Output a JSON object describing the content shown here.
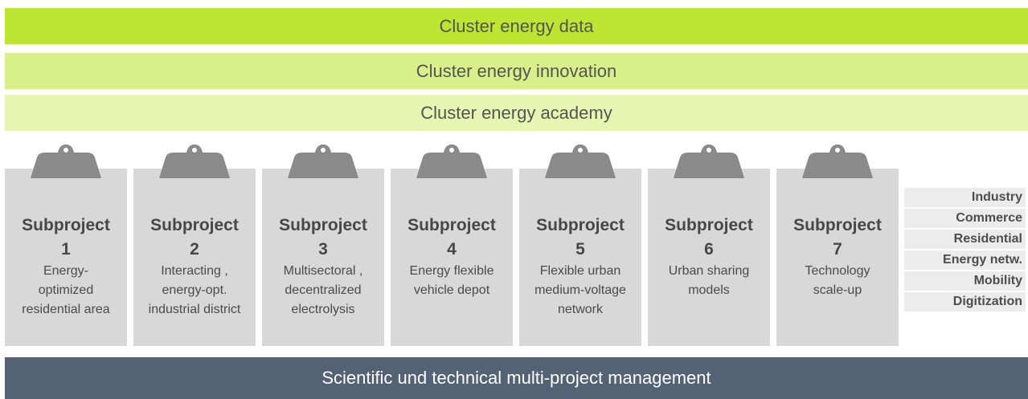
{
  "bands": {
    "data": "Cluster energy data",
    "innovation": "Cluster energy innovation",
    "academy": "Cluster energy academy"
  },
  "subprojects": [
    {
      "title": "Subproject",
      "number": "1",
      "description": [
        "Energy-",
        "optimized",
        "residential area"
      ]
    },
    {
      "title": "Subproject",
      "number": "2",
      "description": [
        "Interacting ,",
        "energy-opt.",
        "industrial district"
      ]
    },
    {
      "title": "Subproject",
      "number": "3",
      "description": [
        "Multisectoral ,",
        "decentralized",
        "electrolysis"
      ]
    },
    {
      "title": "Subproject",
      "number": "4",
      "description": [
        "Energy flexible",
        "vehicle depot"
      ]
    },
    {
      "title": "Subproject",
      "number": "5",
      "description": [
        "Flexible urban",
        "medium-voltage",
        "network"
      ]
    },
    {
      "title": "Subproject",
      "number": "6",
      "description": [
        "Urban sharing",
        "models"
      ]
    },
    {
      "title": "Subproject",
      "number": "7",
      "description": [
        "Technology",
        "scale-up"
      ]
    }
  ],
  "sectors": [
    "Industry",
    "Commerce",
    "Residential",
    "Energy netw.",
    "Mobility",
    "Digitization"
  ],
  "footer": "Scientific und technical multi-project management",
  "colors": {
    "band_data": "#bfe533",
    "band_innovation": "#d9f08a",
    "band_academy": "#e6f5b1",
    "card": "#d8d8d8",
    "clip": "#8a8a8a",
    "sector_bg": "#ececec",
    "footer": "#536275"
  }
}
